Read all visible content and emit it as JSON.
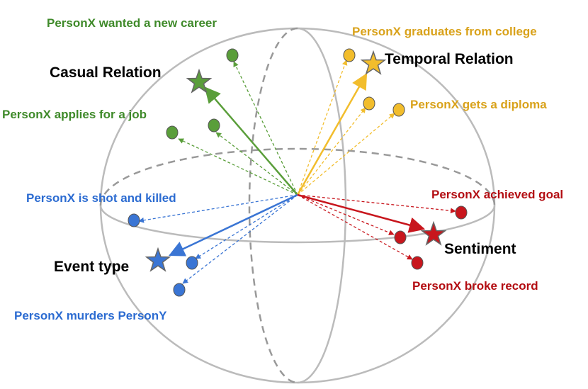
{
  "colors": {
    "causal": "#5a9e3a",
    "temporal": "#f2bd2c",
    "event": "#3a75d4",
    "sentiment": "#c8161d",
    "causal_text": "#3f8a2a",
    "temporal_text": "#d9a21b",
    "event_text": "#2b6bd1",
    "sentiment_text": "#b30d12",
    "sphere": "#bbbbbb",
    "equator_dashed": "#999999",
    "meridian_dashed": "#999999",
    "star_outline": "#666666"
  },
  "relations": {
    "causal": {
      "label": "Casual Relation",
      "examples": [
        "PersonX wanted a new career",
        "PersonX applies for a job"
      ]
    },
    "temporal": {
      "label": "Temporal Relation",
      "examples": [
        "PersonX graduates from college",
        "PersonX gets a diploma"
      ]
    },
    "event": {
      "label": "Event type",
      "examples": [
        "PersonX is shot and killed",
        "PersonX murders PersonY"
      ]
    },
    "sentiment": {
      "label": "Sentiment",
      "examples": [
        "PersonX achieved goal",
        "PersonX broke record"
      ]
    }
  }
}
